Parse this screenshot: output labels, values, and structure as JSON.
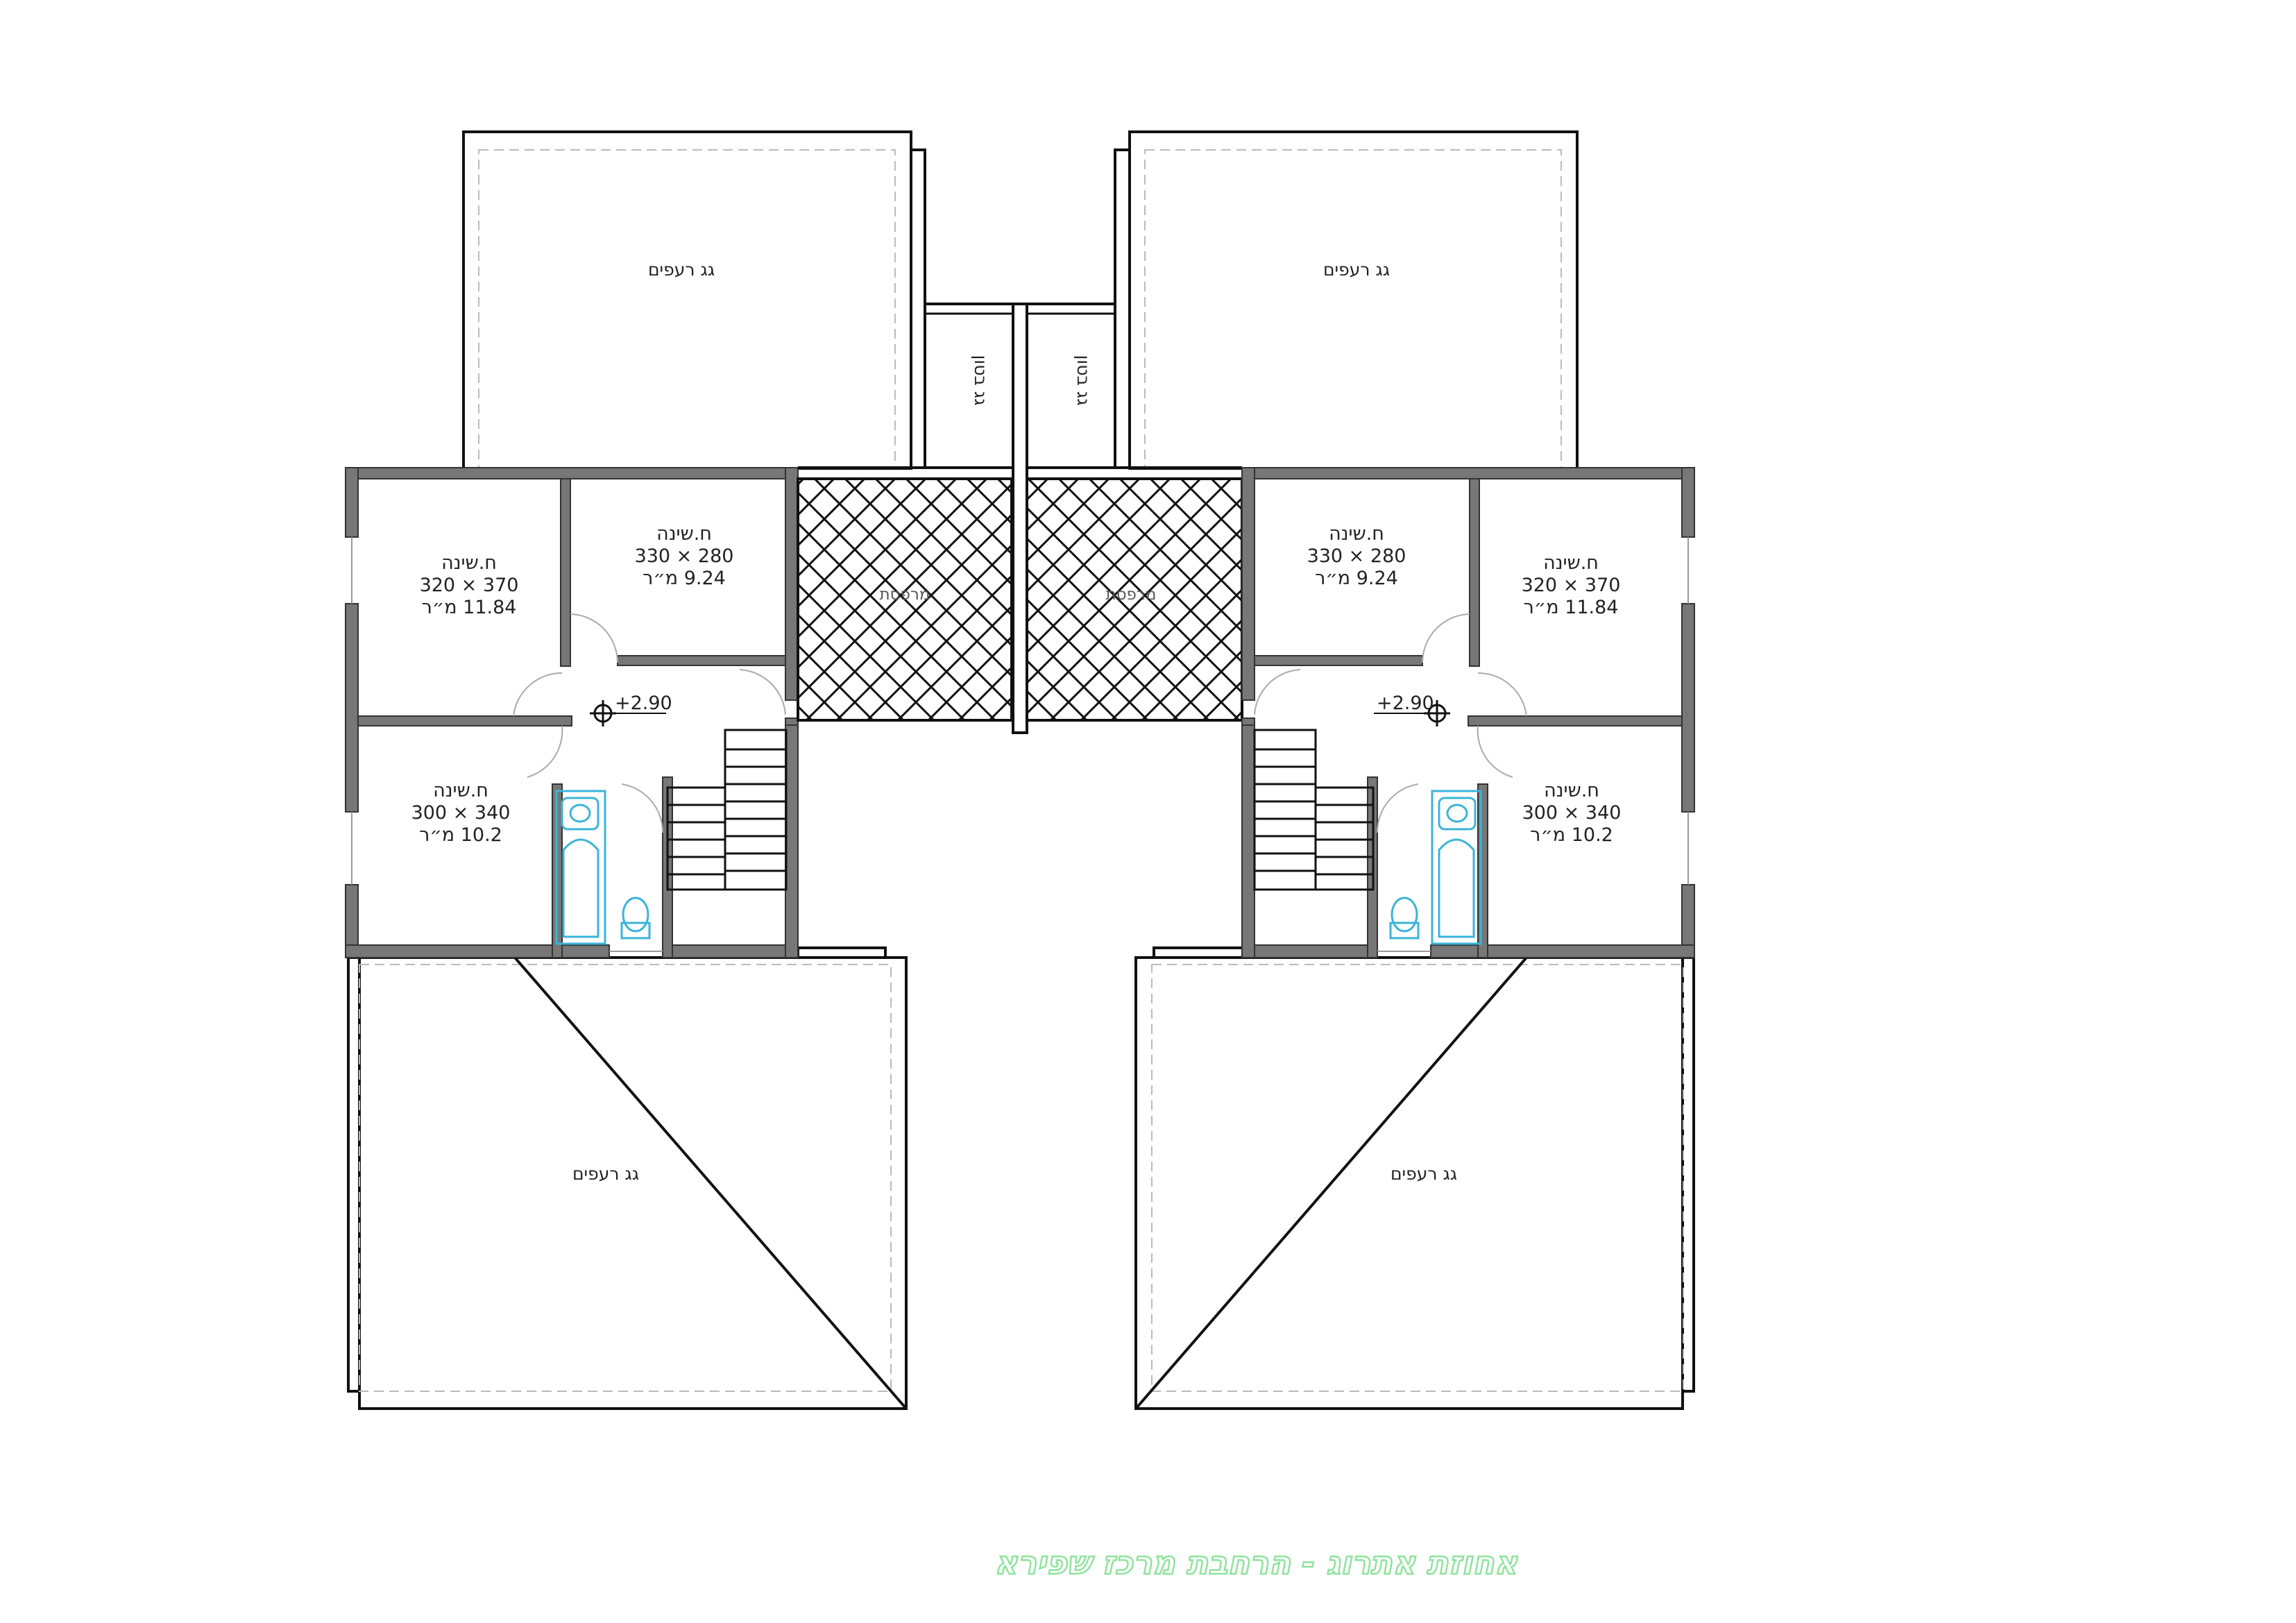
{
  "colors": {
    "wall": "#777777",
    "line": "#111111",
    "fixture": "#3bb4d8",
    "title": "#8fe39d",
    "dashed": "#bbbbbb"
  },
  "rooms": {
    "bedroom_a": {
      "name": "ח.שינה",
      "dims": "320 × 370",
      "area": "11.84 מ״ר"
    },
    "bedroom_b": {
      "name": "ח.שינה",
      "dims": "330 × 280",
      "area": "9.24 מ״ר"
    },
    "bedroom_c": {
      "name": "ח.שינה",
      "dims": "300 × 340",
      "area": "10.2 מ״ר"
    }
  },
  "roofs": {
    "tile_roof": "גג רעפים",
    "concrete_roof": "גג בטון"
  },
  "level": "+2.90",
  "hatched_area": "מרפסת",
  "title": "אחוזת אתרוג - הרחבת מרכז שפירא"
}
